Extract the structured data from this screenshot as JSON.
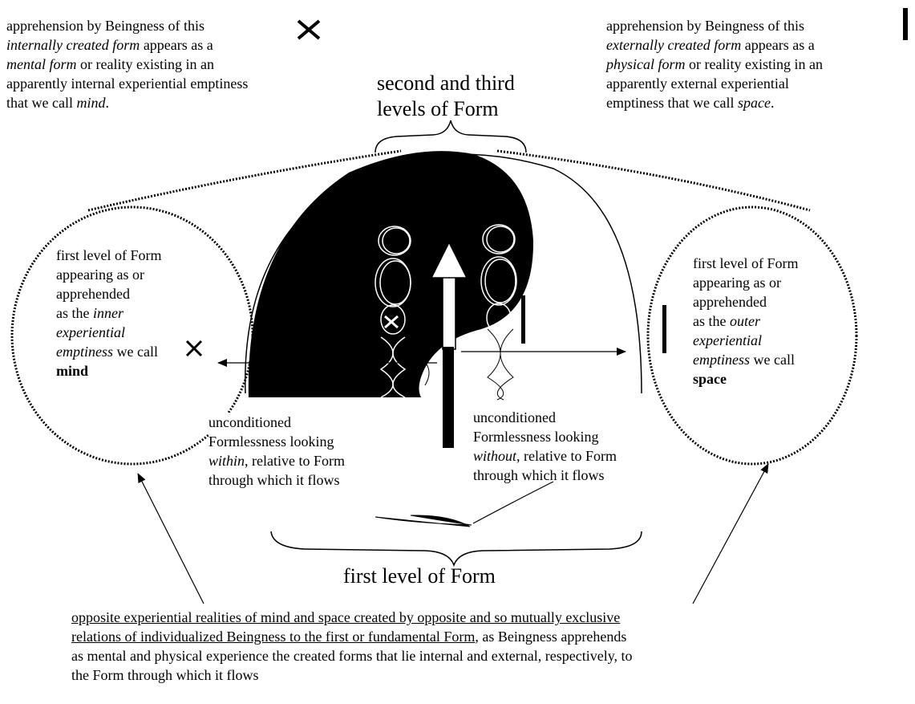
{
  "top_left": {
    "prefix": "apprehension by Beingness of this",
    "line2_em": "internally created form",
    "line2_rest": " appears as a",
    "line3_em": "mental form",
    "line3_rest": " or reality existing in an",
    "line4": "apparently internal experiential emptiness",
    "line5_pre": "that we call ",
    "line5_em": "mind",
    "line5_post": "."
  },
  "top_right": {
    "prefix": "apprehension by Beingness of this",
    "line2_em": "externally created form",
    "line2_rest": " appears as a",
    "line3_em": "physical form",
    "line3_rest": " or reality existing in an",
    "line4": "apparently external experiential",
    "line5_pre": "emptiness that we call ",
    "line5_em": "space",
    "line5_post": "."
  },
  "top_center": {
    "line1": "second and third",
    "line2": "levels of Form"
  },
  "left_circle": {
    "l1": "first level of Form",
    "l2": "appearing as or",
    "l3": "apprehended",
    "l4_pre": "as the ",
    "l4_em": "inner",
    "l5_em": "experiential",
    "l6_em": "emptiness",
    "l6_post": " we call",
    "l7_bold": "mind"
  },
  "right_circle": {
    "l1": "first level of Form",
    "l2": "appearing as or",
    "l3": "apprehended",
    "l4_pre": "as the ",
    "l4_em": "outer",
    "l5_em": "experiential",
    "l6_em": "emptiness",
    "l6_post": " we call",
    "l7_bold": "space"
  },
  "center_left": {
    "l1": "unconditioned",
    "l2": "Formlessness looking",
    "l3_em": "within",
    "l3_post": ", relative to Form",
    "l4": "through which it flows"
  },
  "center_right": {
    "l1": "unconditioned",
    "l2": "Formlessness looking",
    "l3_em": "without",
    "l3_post": ", relative to Form",
    "l4": "through which it flows"
  },
  "bottom_label": "first level of Form",
  "caption": {
    "underlined_1": "opposite experiential realities of mind and space created by opposite and so mutually exclusive",
    "underlined_2": "relations of individualized Beingness to the first or fundamental Form",
    "rest_2": ", as Beingness apprehends",
    "line3": "as mental and physical experience the created forms that lie internal and external, respectively, to",
    "line4": "the Form through which it flows"
  },
  "symbols": {
    "cross": "×"
  }
}
